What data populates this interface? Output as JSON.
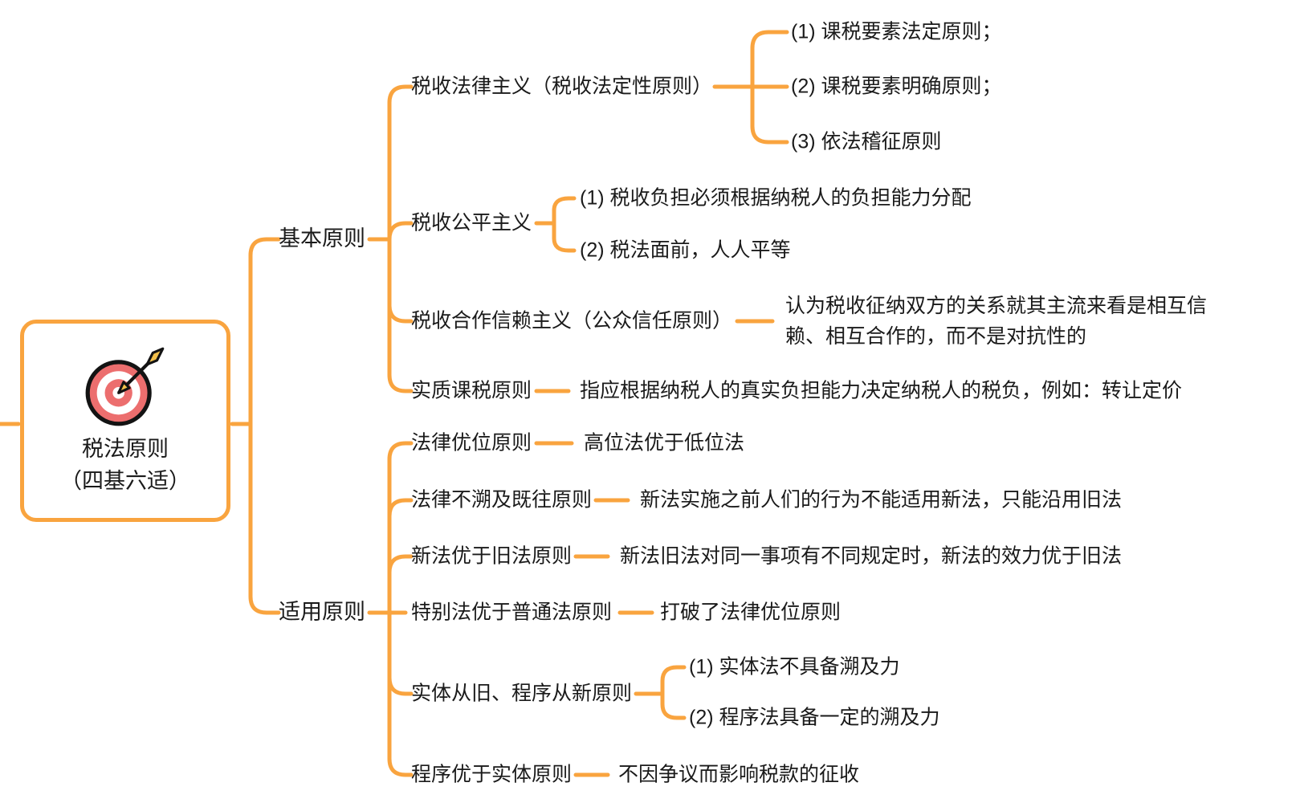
{
  "root": {
    "line1": "税法原则",
    "line2": "（四基六适）",
    "icon": "target-arrow-icon"
  },
  "branches": [
    {
      "label": "基本原则",
      "nodes": [
        {
          "label": "税收法律主义（税收法定性原则）",
          "children": [
            "(1) 课税要素法定原则；",
            "(2) 课税要素明确原则；",
            "(3) 依法稽征原则"
          ]
        },
        {
          "label": "税收公平主义",
          "children": [
            "(1) 税收负担必须根据纳税人的负担能力分配",
            "(2)  税法面前，人人平等"
          ]
        },
        {
          "label": "税收合作信赖主义（公众信任原则）",
          "note": "认为税收征纳双方的关系就其主流来看是相互信赖、相互合作的，而不是对抗性的"
        },
        {
          "label": "实质课税原则",
          "note": "指应根据纳税人的真实负担能力决定纳税人的税负，例如：转让定价"
        }
      ]
    },
    {
      "label": "适用原则",
      "nodes": [
        {
          "label": "法律优位原则",
          "note": "高位法优于低位法"
        },
        {
          "label": "法律不溯及既往原则",
          "note": "新法实施之前人们的行为不能适用新法，只能沿用旧法"
        },
        {
          "label": "新法优于旧法原则",
          "note": "新法旧法对同一事项有不同规定时，新法的效力优于旧法"
        },
        {
          "label": "特别法优于普通法原则",
          "note": "打破了法律优位原则"
        },
        {
          "label": "实体从旧、程序从新原则",
          "children": [
            "(1) 实体法不具备溯及力",
            "(2) 程序法具备一定的溯及力"
          ]
        },
        {
          "label": "程序优于实体原则",
          "note": "不因争议而影响税款的征收"
        }
      ]
    }
  ],
  "colors": {
    "line": "#F9A43F",
    "text": "#1A1A1A",
    "target_red": "#EC6E6E",
    "arrow_yellow": "#F3C04A"
  }
}
